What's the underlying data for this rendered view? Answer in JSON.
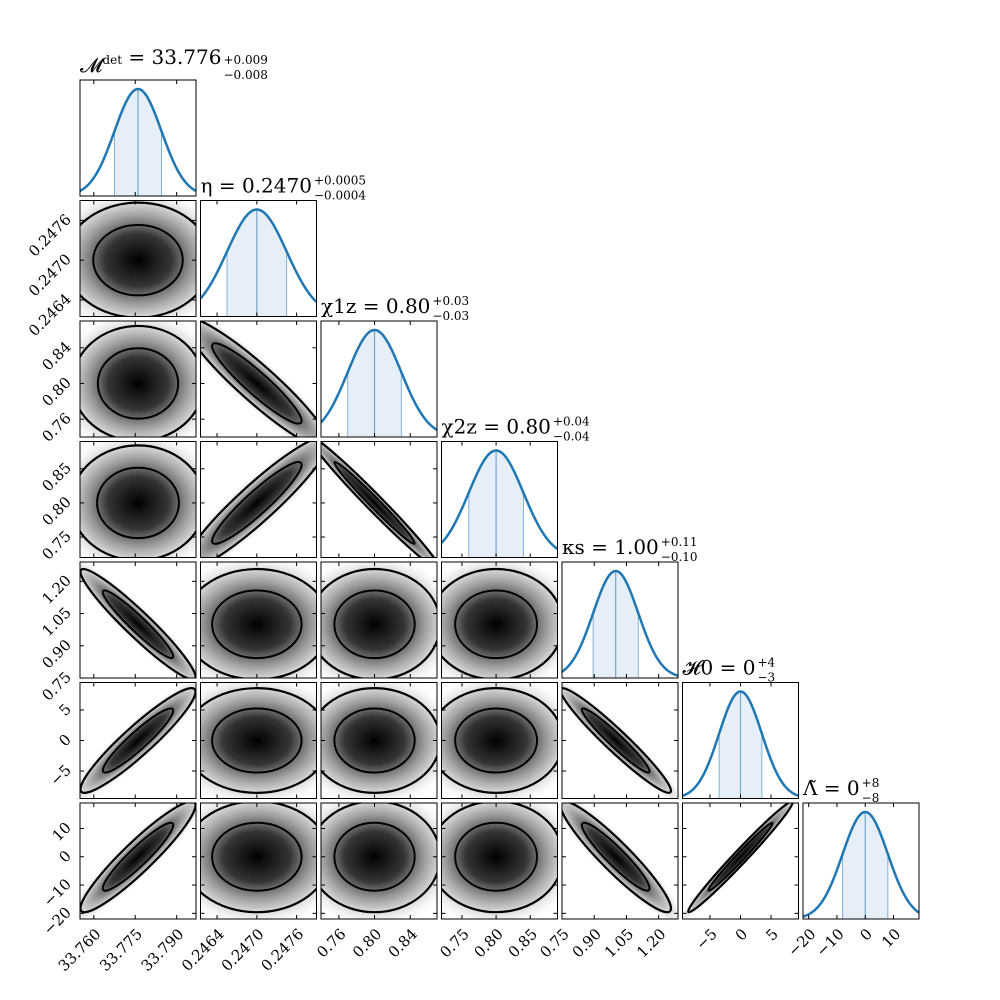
{
  "chart_data": {
    "type": "corner",
    "parameters": [
      {
        "id": "mchirp",
        "symbol": "𝓜",
        "superscript": "det",
        "median": "33.776",
        "plus": "+0.009",
        "minus": "−0.008",
        "center": 33.776,
        "sigma": 0.0085,
        "range": [
          33.755,
          33.797
        ],
        "ticks": [
          33.76,
          33.775,
          33.79
        ],
        "tick_labels": [
          "33.760",
          "33.775",
          "33.790"
        ]
      },
      {
        "id": "eta",
        "symbol": "η",
        "superscript": "",
        "median": "0.2470",
        "plus": "+0.0005",
        "minus": "−0.0004",
        "center": 0.247,
        "sigma": 0.00045,
        "range": [
          0.24615,
          0.2479
        ],
        "ticks": [
          0.2464,
          0.247,
          0.2476
        ],
        "tick_labels": [
          "0.2464",
          "0.2470",
          "0.2476"
        ]
      },
      {
        "id": "chi1z",
        "symbol": "χ1z",
        "superscript": "",
        "median": "0.80",
        "plus": "+0.03",
        "minus": "−0.03",
        "center": 0.8,
        "sigma": 0.03,
        "range": [
          0.74,
          0.87
        ],
        "ticks": [
          0.76,
          0.8,
          0.84
        ],
        "tick_labels": [
          "0.76",
          "0.80",
          "0.84"
        ]
      },
      {
        "id": "chi2z",
        "symbol": "χ2z",
        "superscript": "",
        "median": "0.80",
        "plus": "+0.04",
        "minus": "−0.04",
        "center": 0.8,
        "sigma": 0.04,
        "range": [
          0.72,
          0.89
        ],
        "ticks": [
          0.75,
          0.8,
          0.85
        ],
        "tick_labels": [
          "0.75",
          "0.80",
          "0.85"
        ]
      },
      {
        "id": "kappa_s",
        "symbol": "κs",
        "superscript": "",
        "median": "1.00",
        "plus": "+0.11",
        "minus": "−0.10",
        "center": 1.0,
        "sigma": 0.105,
        "range": [
          0.75,
          1.29
        ],
        "ticks": [
          0.75,
          0.9,
          1.05,
          1.2
        ],
        "tick_labels": [
          "0.75",
          "0.90",
          "1.05",
          "1.20"
        ]
      },
      {
        "id": "H0",
        "symbol": "𝓗0",
        "superscript": "",
        "median": "0",
        "plus": "+4",
        "minus": "−3",
        "center": 0.0,
        "sigma": 3.5,
        "range": [
          -9.5,
          9.5
        ],
        "ticks": [
          -5,
          0,
          5
        ],
        "tick_labels": [
          "−5",
          "0",
          "5"
        ]
      },
      {
        "id": "lambda_tilde",
        "symbol": "Λ̃",
        "superscript": "",
        "median": "0",
        "plus": "+8",
        "minus": "−8",
        "center": 0.0,
        "sigma": 8.0,
        "range": [
          -22,
          19
        ],
        "ticks": [
          -20,
          -10,
          0,
          10
        ],
        "tick_labels": [
          "−20",
          "−10",
          "0",
          "10"
        ]
      }
    ],
    "y_tick_labels_rows": {
      "1": [
        "0.2464",
        "0.2470",
        "0.2476"
      ],
      "2": [
        "0.76",
        "0.80",
        "0.84"
      ],
      "3": [
        "0.75",
        "0.80",
        "0.85"
      ],
      "4": [
        "0.75",
        "0.90",
        "1.05",
        "1.20"
      ],
      "5": [
        "−5",
        "0",
        "5"
      ],
      "6": [
        "−20",
        "−10",
        "0",
        "10"
      ]
    },
    "correlations": {
      "1-0": 0.0,
      "2-0": 0.0,
      "2-1": -0.93,
      "3-0": 0.0,
      "3-1": 0.93,
      "3-2": -0.985,
      "4-0": -0.95,
      "4-1": 0.0,
      "4-2": 0.0,
      "4-3": 0.0,
      "5-0": 0.93,
      "5-1": 0.0,
      "5-2": 0.0,
      "5-3": 0.0,
      "5-4": -0.96,
      "6-0": 0.93,
      "6-1": 0.0,
      "6-2": 0.0,
      "6-3": 0.0,
      "6-4": -0.93,
      "6-5": 0.985
    },
    "colors": {
      "line": "#1f77b4",
      "fill": "#dbe8f4",
      "contour": "#000000",
      "density": "#000000"
    }
  }
}
